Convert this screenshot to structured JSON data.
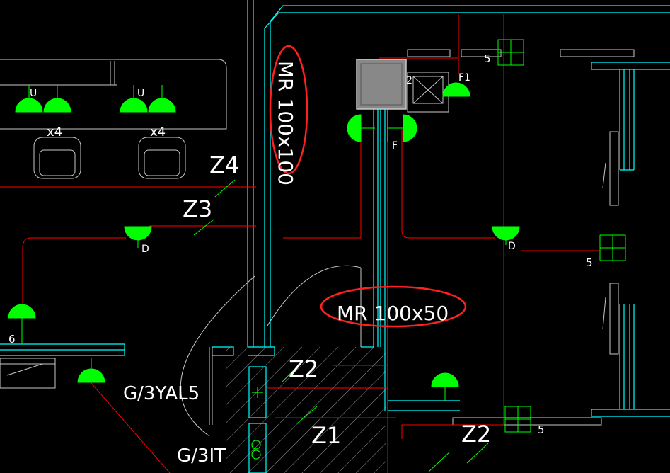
{
  "drawing": {
    "zones": [
      "Z4",
      "Z3",
      "Z2",
      "Z1",
      "Z2"
    ],
    "trunking_vertical_label": "MR 100x100",
    "trunking_horizontal_label": "MR 100x50",
    "circuit_labels": [
      "G/3YAL5",
      "G/3IT"
    ],
    "socket_letters": [
      "U",
      "U",
      "D",
      "D",
      "F",
      "F1",
      "2"
    ],
    "multipliers": [
      "x4",
      "x4"
    ],
    "counts": [
      "5",
      "5",
      "5",
      "6"
    ],
    "colors": {
      "background": "#000000",
      "wall": "#00ffff",
      "circuit": "#ff0000",
      "device": "#00ff00",
      "text": "#ffffff",
      "highlight": "#ff2020",
      "furniture": "#c8c8c8"
    }
  }
}
